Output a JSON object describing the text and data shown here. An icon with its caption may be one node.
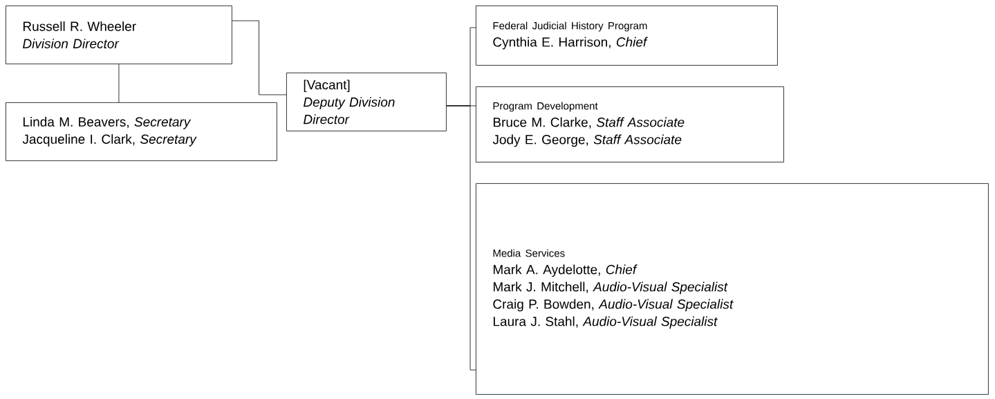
{
  "diagram": {
    "nodes": [
      {
        "text": [
          "Russell R. Wheeler",
          "Division Director"
        ]
      },
      {
        "text": [
          "Linda M. Beavers, *Secretary*",
          "Jacqueline I. Clark, *Secretary*"
        ]
      },
      {
        "text": [
          "[Vacant]",
          "Deputy Division Director"
        ]
      },
      {
        "text": [
          "Federal Judicial History Program",
          "Cynthia E. Harrison, *Chief*"
        ]
      },
      {
        "text": [
          "Program Development",
          "Bruce M. Clarke, *Staff Associate*",
          "Jody E. George, *Staff Associate*"
        ]
      },
      {
        "text": [
          "Media Services",
          "Mark A. Aydelotte, *Chief*",
          "Mark J. Mitchell, *Audio-Visual Specialist*",
          "Craig P. Bowden, *Audio-Visual Specialist*",
          "Laura J. Stahl, *Audio-Visual Specialist*"
        ]
      }
    ],
    "edges": [
      {
        "from": 0,
        "to": 1,
        "arrow": "none"
      },
      {
        "from": 0,
        "to": 2,
        "arrow": "none"
      },
      {
        "from": 2,
        "to": 3,
        "arrow": "none"
      },
      {
        "from": 2,
        "to": 4,
        "arrow": "none"
      },
      {
        "from": 2,
        "to": 5,
        "arrow": "none"
      }
    ]
  }
}
